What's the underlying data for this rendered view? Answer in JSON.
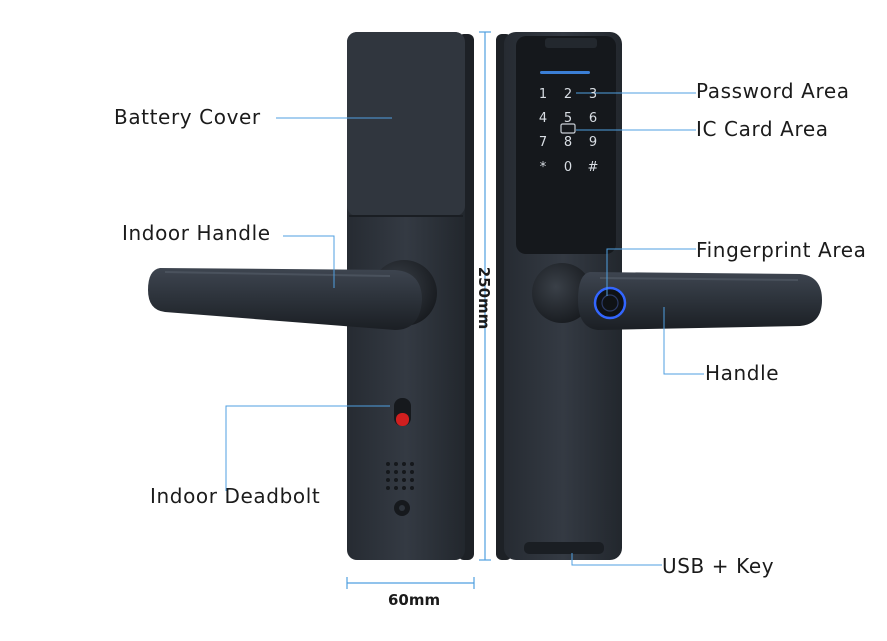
{
  "labels": {
    "battery_cover": "Battery Cover",
    "indoor_handle": "Indoor Handle",
    "indoor_deadbolt": "Indoor Deadbolt",
    "password_area": "Password Area",
    "ic_card_area": "IC Card Area",
    "fingerprint_area": "Fingerprint Area",
    "handle": "Handle",
    "usb_key": "USB + Key"
  },
  "dimensions": {
    "height": "250mm",
    "width": "60mm"
  },
  "keypad": {
    "keys": [
      "1",
      "2",
      "3",
      "4",
      "5",
      "6",
      "7",
      "8",
      "9",
      "*",
      "0",
      "#"
    ]
  },
  "colors": {
    "body": "#2c323a",
    "body_dark": "#1e2329",
    "callout_line": "#4f9fe0",
    "keypad_backlight": "#3b7fd6",
    "fingerprint_ring": "#3366ff",
    "deadbolt_red": "#d11f1f"
  }
}
